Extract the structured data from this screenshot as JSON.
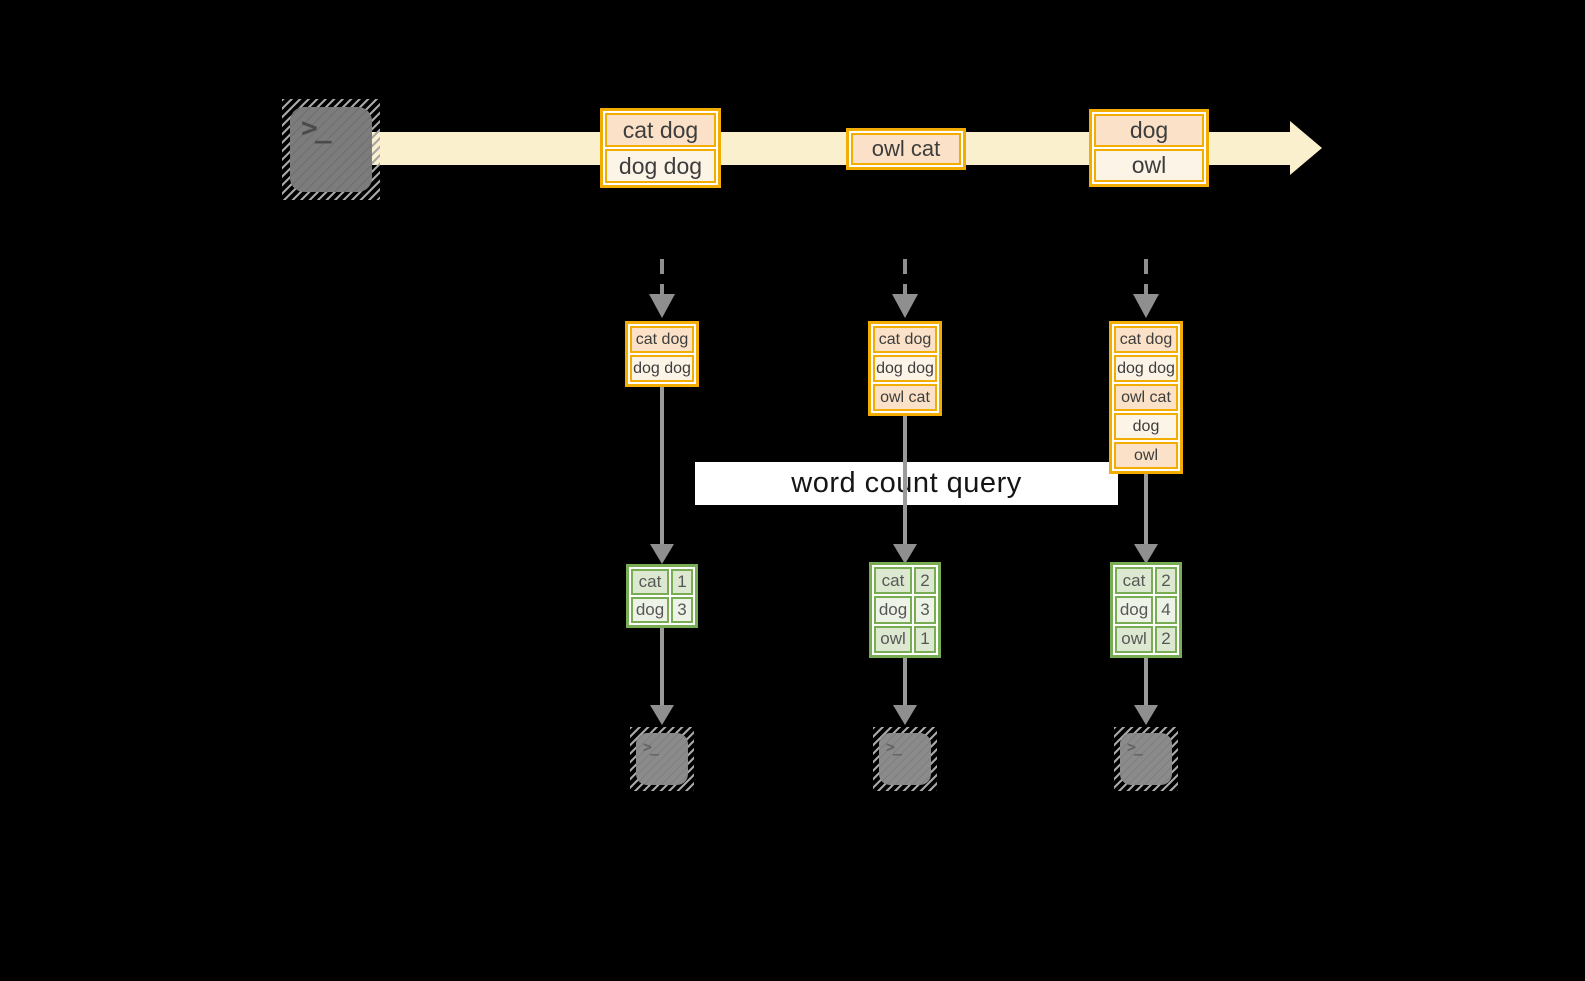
{
  "background": "#000000",
  "source_terminal": {
    "icon": "terminal-prompt-icon",
    "glyph": ">_"
  },
  "stream": {
    "arrow_color": "#faf0cd",
    "batches": [
      {
        "lines": [
          "cat dog",
          "dog dog"
        ]
      },
      {
        "lines": [
          "owl cat"
        ]
      },
      {
        "lines": [
          "dog",
          "owl"
        ]
      }
    ]
  },
  "query": {
    "label": "word count query"
  },
  "columns": [
    {
      "input_lines": [
        "cat dog",
        "dog dog"
      ],
      "counts": [
        {
          "word": "cat",
          "count": "1"
        },
        {
          "word": "dog",
          "count": "3"
        }
      ]
    },
    {
      "input_lines": [
        "cat dog",
        "dog dog",
        "owl cat"
      ],
      "counts": [
        {
          "word": "cat",
          "count": "2"
        },
        {
          "word": "dog",
          "count": "3"
        },
        {
          "word": "owl",
          "count": "1"
        }
      ]
    },
    {
      "input_lines": [
        "cat dog",
        "dog dog",
        "owl cat",
        "dog",
        "owl"
      ],
      "counts": [
        {
          "word": "cat",
          "count": "2"
        },
        {
          "word": "dog",
          "count": "4"
        },
        {
          "word": "owl",
          "count": "2"
        }
      ]
    }
  ],
  "output_terminals": [
    {
      "icon": "terminal-prompt-icon",
      "glyph": ">_"
    },
    {
      "icon": "terminal-prompt-icon",
      "glyph": ">_"
    },
    {
      "icon": "terminal-prompt-icon",
      "glyph": ">_"
    }
  ],
  "colors": {
    "accent_orange": "#f2ad00",
    "fill_peach": "#fae1c7",
    "fill_cream": "#fdf4e8",
    "stream_band": "#faf0cd",
    "accent_green": "#78ad54",
    "fill_sage": "#dce8d0",
    "fill_sage_light": "#eef3e7",
    "arrow_gray": "#9a9a9a",
    "terminal_gray": "#7c7c7c",
    "query_band_bg": "#ffffff"
  }
}
